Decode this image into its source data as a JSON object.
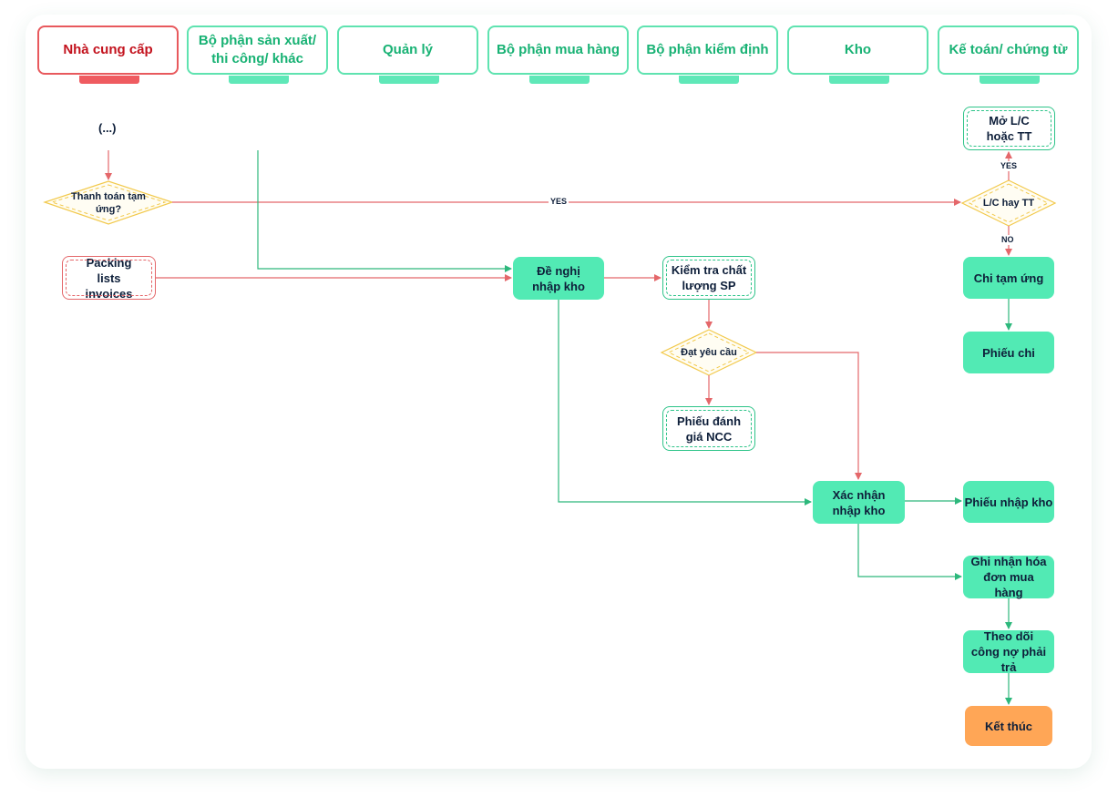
{
  "lanes": [
    {
      "label": "Nhà cung cấp"
    },
    {
      "label": "Bộ phận sản xuất/ thi công/ khác"
    },
    {
      "label": "Quản lý"
    },
    {
      "label": "Bộ phận mua hàng"
    },
    {
      "label": "Bộ phận kiểm định"
    },
    {
      "label": "Kho"
    },
    {
      "label": "Kế toán/ chứng từ"
    }
  ],
  "nodes": {
    "ellipsis": "(...)",
    "thanh_toan_tam_ung": "Thanh toán tạm ứng?",
    "packing_lists": "Packing lists invoices",
    "de_nghi_nhap_kho": "Đề nghị nhập kho",
    "kiem_tra": "Kiểm tra chất lượng SP",
    "dat_yeu_cau": "Đạt yêu cầu",
    "phieu_danh_gia": "Phiếu đánh giá NCC",
    "xac_nhan_nhap_kho": "Xác nhận nhập kho",
    "mo_lc": "Mở L/C hoặc TT",
    "lc_hay_tt": "L/C hay TT",
    "chi_tam_ung": "Chi tạm ứng",
    "phieu_chi": "Phiếu chi",
    "phieu_nhap_kho": "Phiếu nhập kho",
    "ghi_nhan_hoa_don": "Ghi nhận hóa đơn mua hàng",
    "theo_doi_cong_no": "Theo dõi công nợ phải trả",
    "ket_thuc": "Kết thúc"
  },
  "edge_labels": {
    "yes_main": "YES",
    "yes_lc": "YES",
    "no_lc": "NO"
  },
  "colors": {
    "green_fill": "#52eab4",
    "green_line": "#2db87c",
    "red_line": "#e4676a",
    "diamond_border": "#f2c94c",
    "end_fill": "#ffa656",
    "supplier_red": "#c3121d"
  }
}
